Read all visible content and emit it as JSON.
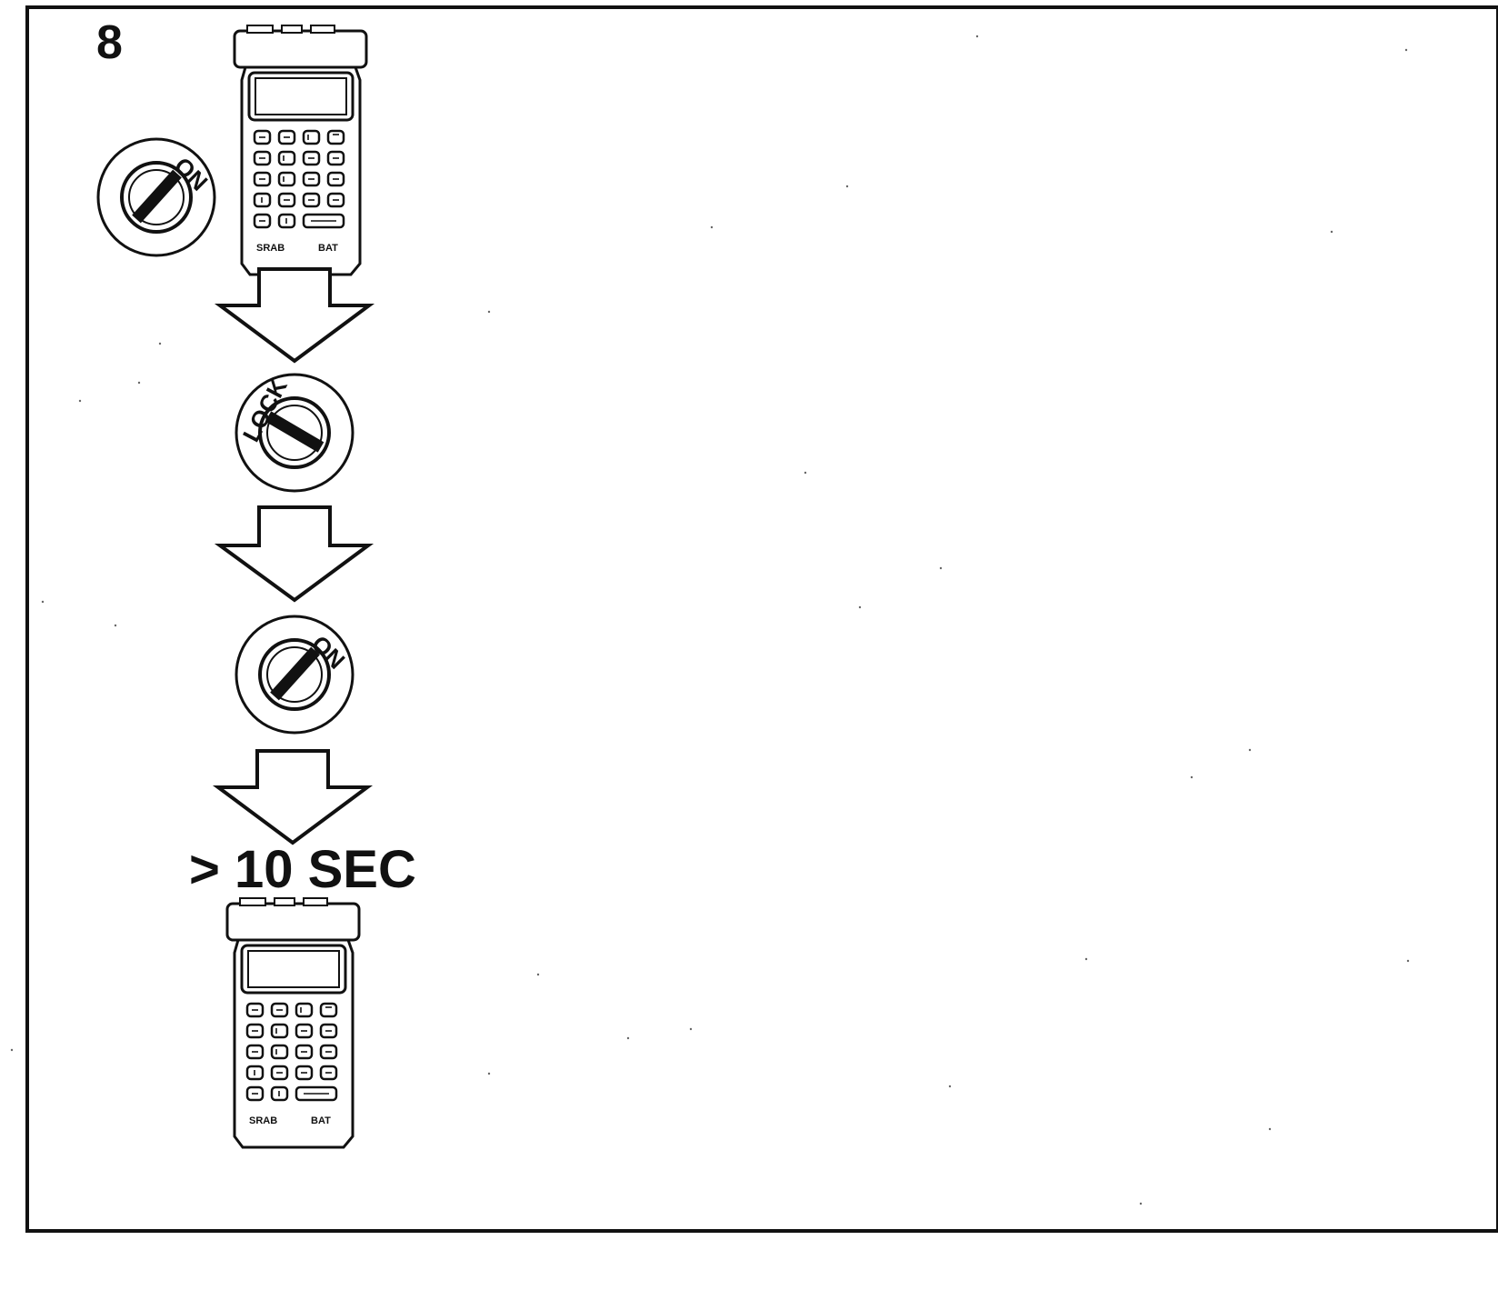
{
  "step": {
    "number": "8"
  },
  "keyswitch_positions": {
    "on": "ON",
    "lock": "LOCK"
  },
  "device": {
    "label_left": "SRAB",
    "label_right": "BAT"
  },
  "wait": {
    "duration": "> 10 SEC"
  },
  "colors": {
    "ink": "#111111",
    "paper": "#ffffff"
  }
}
